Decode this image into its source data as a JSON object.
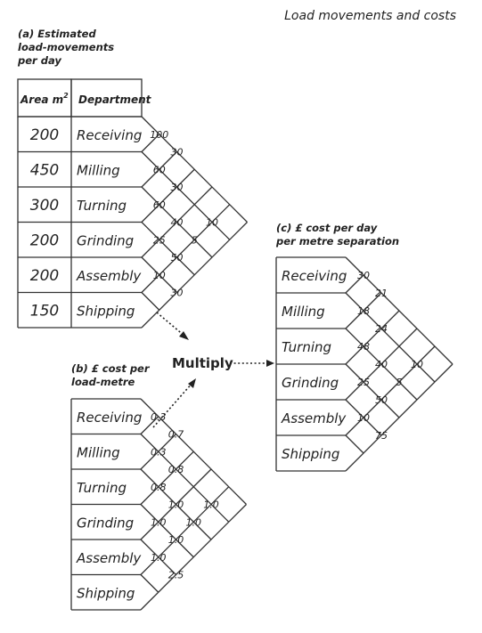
{
  "title": "Load movements and costs",
  "multiply_label": "Multiply",
  "table_a": {
    "caption": [
      "(a) Estimated",
      "load-movements",
      "per day"
    ],
    "header_area": "Area m",
    "header_area_sup": "2",
    "header_dept": "Department",
    "areas": [
      "200",
      "450",
      "300",
      "200",
      "200",
      "150"
    ],
    "departments": [
      "Receiving",
      "Milling",
      "Turning",
      "Grinding",
      "Assembly",
      "Shipping"
    ],
    "values": [
      {
        "i": 0,
        "j": 1,
        "v": "100"
      },
      {
        "i": 1,
        "j": 2,
        "v": "60"
      },
      {
        "i": 0,
        "j": 2,
        "v": "30"
      },
      {
        "i": 2,
        "j": 3,
        "v": "60"
      },
      {
        "i": 1,
        "j": 3,
        "v": "30"
      },
      {
        "i": 2,
        "j": 4,
        "v": "40"
      },
      {
        "i": 3,
        "j": 4,
        "v": "25"
      },
      {
        "i": 1,
        "j": 5,
        "v": "10"
      },
      {
        "i": 3,
        "j": 5,
        "v": "50"
      },
      {
        "i": 2,
        "j": 5,
        "v": "5"
      },
      {
        "i": 4,
        "j": 5,
        "v": "10"
      },
      {
        "i": 4,
        "j": 6,
        "v": "30"
      }
    ]
  },
  "table_b": {
    "caption": [
      "(b) £ cost per",
      "load-metre"
    ],
    "departments": [
      "Receiving",
      "Milling",
      "Turning",
      "Grinding",
      "Assembly",
      "Shipping"
    ],
    "values": [
      {
        "i": 0,
        "j": 1,
        "v": "0.3"
      },
      {
        "i": 1,
        "j": 2,
        "v": "0.3"
      },
      {
        "i": 0,
        "j": 2,
        "v": "0.7"
      },
      {
        "i": 2,
        "j": 3,
        "v": "0.8"
      },
      {
        "i": 1,
        "j": 3,
        "v": "0.8"
      },
      {
        "i": 2,
        "j": 4,
        "v": "1.0"
      },
      {
        "i": 3,
        "j": 4,
        "v": "1.0"
      },
      {
        "i": 1,
        "j": 5,
        "v": "1.0"
      },
      {
        "i": 3,
        "j": 5,
        "v": "1.0"
      },
      {
        "i": 2,
        "j": 5,
        "v": "1.0"
      },
      {
        "i": 4,
        "j": 5,
        "v": "1.0"
      },
      {
        "i": 4,
        "j": 6,
        "v": "2.5"
      }
    ]
  },
  "table_c": {
    "caption": [
      "(c) £ cost per day",
      "per metre separation"
    ],
    "departments": [
      "Receiving",
      "Milling",
      "Turning",
      "Grinding",
      "Assembly",
      "Shipping"
    ],
    "values": [
      {
        "i": 0,
        "j": 1,
        "v": "30"
      },
      {
        "i": 1,
        "j": 2,
        "v": "18"
      },
      {
        "i": 0,
        "j": 2,
        "v": "21"
      },
      {
        "i": 2,
        "j": 3,
        "v": "48"
      },
      {
        "i": 1,
        "j": 3,
        "v": "24"
      },
      {
        "i": 2,
        "j": 4,
        "v": "40"
      },
      {
        "i": 3,
        "j": 4,
        "v": "25"
      },
      {
        "i": 1,
        "j": 5,
        "v": "10"
      },
      {
        "i": 3,
        "j": 5,
        "v": "50"
      },
      {
        "i": 2,
        "j": 5,
        "v": "5"
      },
      {
        "i": 4,
        "j": 5,
        "v": "10"
      },
      {
        "i": 4,
        "j": 6,
        "v": "75"
      }
    ]
  }
}
